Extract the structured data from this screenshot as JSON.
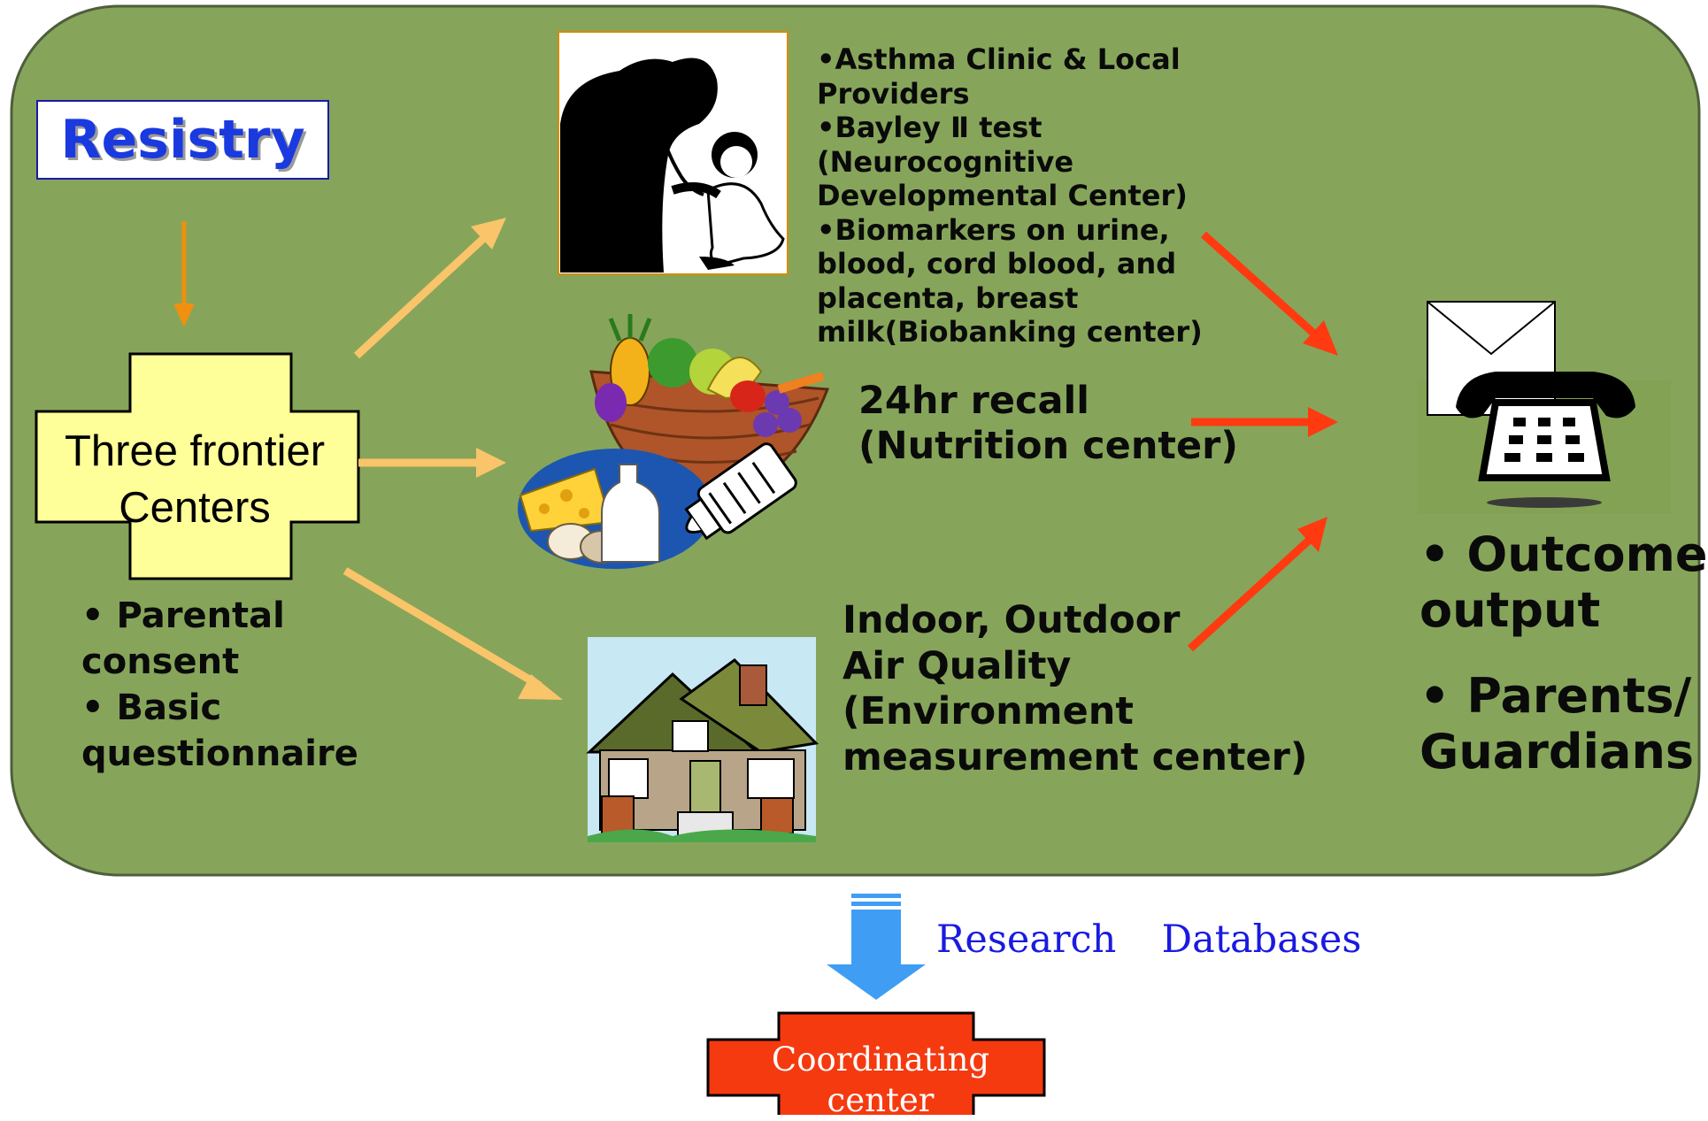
{
  "registry": {
    "label": "Resistry"
  },
  "frontier": {
    "line1": "Three frontier",
    "line2": "Centers"
  },
  "frontier_items": [
    "• Parental",
    "consent",
    "• Basic",
    "questionnaire"
  ],
  "clinic_items": [
    "•Asthma Clinic & Local",
    "Providers",
    "•Bayley Ⅱ test",
    "(Neurocognitive",
    "Developmental Center)",
    "•Biomarkers on urine,",
    "blood, cord blood, and",
    "placenta, breast",
    "milk(Biobanking center)"
  ],
  "nutrition": {
    "line1": "24hr recall",
    "line2": "(Nutrition center)"
  },
  "environment": {
    "line1": "Indoor, Outdoor",
    "line2": "Air Quality",
    "line3": "(Environment",
    "line4": "measurement center)"
  },
  "outcome": {
    "line1": "• Outcome",
    "line2": "output",
    "line3": "• Parents/",
    "line4": "Guardians"
  },
  "research": {
    "label": "Research  Databases"
  },
  "coordinating": {
    "line1": "Coordinating",
    "line2": "center"
  },
  "colors": {
    "panel": "#86a55a",
    "panel_border": "#4e5e3c",
    "cross_fill": "#ffff99",
    "light_arrow": "#f9c46a",
    "dark_orange_arrow": "#ef9010",
    "red_arrow": "#ff3a10",
    "blue_arrow": "#3f9ef4",
    "coordinating_fill": "#f53a10",
    "registry_text": "#1a3ae0",
    "research_text": "#1a1ae0"
  },
  "icons": [
    "doctor-examining-child-icon",
    "food-basket-icon",
    "house-icon",
    "envelope-telephone-icon"
  ]
}
